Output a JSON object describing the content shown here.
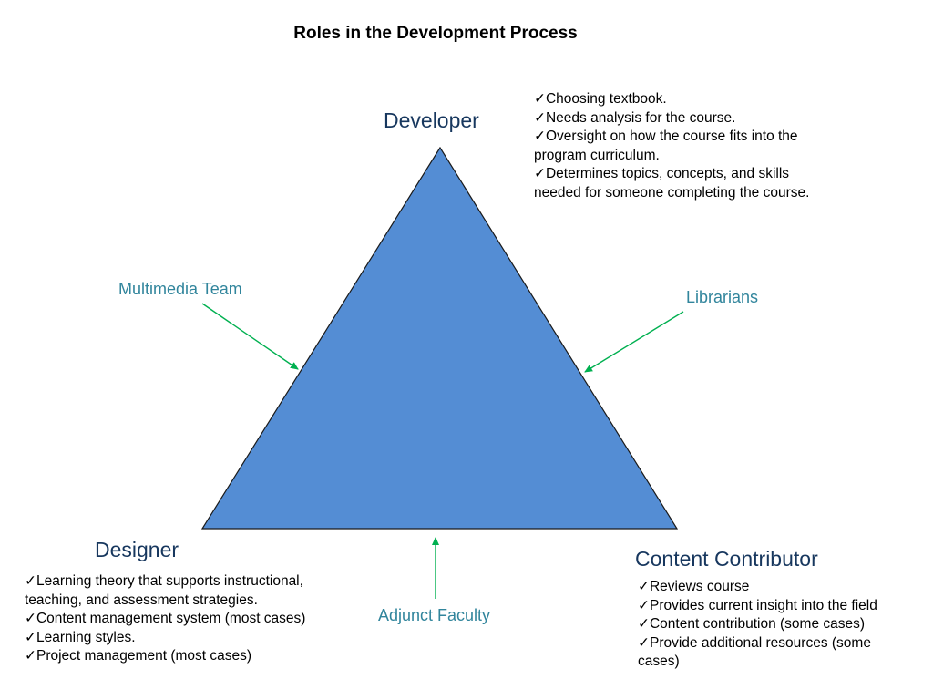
{
  "title": "Roles in the Development Process",
  "colors": {
    "triangle_fill": "#548dd4",
    "triangle_stroke": "#1a1a1a",
    "role_text": "#17375e",
    "support_text": "#31859c",
    "arrow": "#00b050"
  },
  "roles": {
    "developer": {
      "label": "Developer",
      "notes": [
        "✓Choosing textbook.",
        "✓Needs analysis for the course.",
        "✓Oversight on how the course fits into the",
        "program curriculum.",
        "✓Determines topics, concepts, and skills",
        "needed for someone completing the course."
      ]
    },
    "designer": {
      "label": "Designer",
      "notes": [
        "✓Learning theory that supports instructional,",
        "teaching, and assessment strategies.",
        "✓Content management system (most cases)",
        "✓Learning styles.",
        "✓Project management (most cases)"
      ]
    },
    "content_contributor": {
      "label": "Content Contributor",
      "notes": [
        "✓Reviews course",
        "✓Provides current insight into the field",
        "✓Content contribution (some cases)",
        "✓Provide additional resources (some",
        "cases)"
      ]
    }
  },
  "supports": {
    "multimedia_team": "Multimedia Team",
    "librarians": "Librarians",
    "adjunct_faculty": "Adjunct Faculty"
  }
}
